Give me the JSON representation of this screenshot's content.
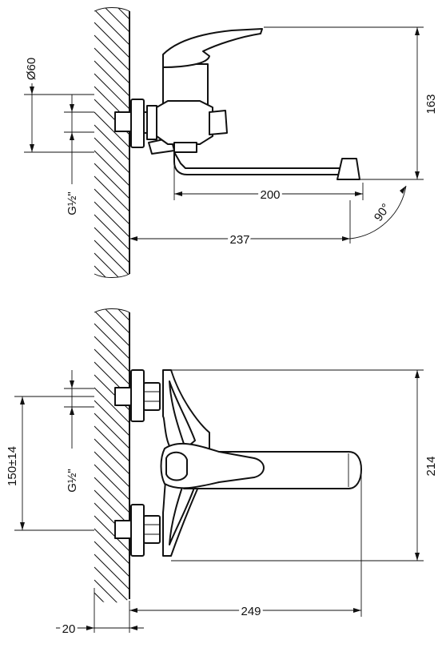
{
  "dimensions": {
    "top_view": {
      "diameter": "Ø60",
      "height": "163",
      "spout_reach": "200",
      "wall_to_spout": "237",
      "rotation_angle": "90°",
      "thread": "G½\""
    },
    "front_view": {
      "center_distance": "150±14",
      "height": "214",
      "thread": "G½\"",
      "length": "249",
      "wall_offset": "20"
    }
  }
}
